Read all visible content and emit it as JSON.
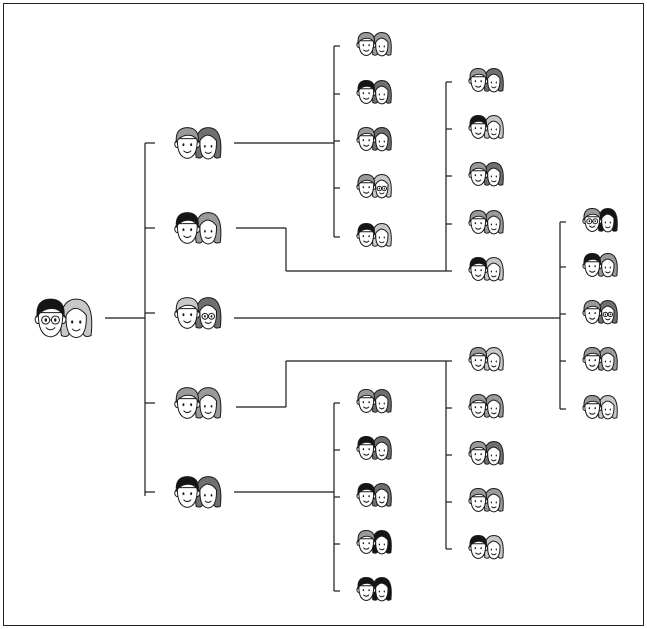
{
  "colors": {
    "background": "#ffffff",
    "frame": "#222222",
    "line": "#1a1a1a",
    "skin": "#ffffff",
    "hair_black": "#151515",
    "hair_dark_gray": "#6f6f6f",
    "hair_mid_gray": "#9a9a9a",
    "hair_light_gray": "#c8c8c8"
  },
  "tree": {
    "root": {
      "man_hair": "black",
      "woman_hair": "light",
      "man_glasses": true,
      "woman_glasses": false
    },
    "children": [
      {
        "couple": {
          "man_hair": "mid",
          "woman_hair": "dark"
        },
        "children": [
          {
            "man_hair": "mid",
            "woman_hair": "mid"
          },
          {
            "man_hair": "black",
            "woman_hair": "dark"
          },
          {
            "man_hair": "mid",
            "woman_hair": "dark"
          },
          {
            "man_hair": "mid",
            "woman_hair": "light",
            "woman_glasses": true
          },
          {
            "man_hair": "black",
            "woman_hair": "light"
          }
        ]
      },
      {
        "couple": {
          "man_hair": "black",
          "woman_hair": "mid"
        },
        "children": [
          {
            "man_hair": "mid",
            "woman_hair": "dark"
          },
          {
            "man_hair": "black",
            "woman_hair": "light"
          },
          {
            "man_hair": "mid",
            "woman_hair": "dark"
          },
          {
            "man_hair": "mid",
            "woman_hair": "mid"
          },
          {
            "man_hair": "black",
            "woman_hair": "light"
          }
        ]
      },
      {
        "couple": {
          "man_hair": "light",
          "woman_hair": "dark",
          "woman_glasses": true
        },
        "children": [
          {
            "man_hair": "mid",
            "woman_hair": "black",
            "man_glasses": true
          },
          {
            "man_hair": "black",
            "woman_hair": "mid"
          },
          {
            "man_hair": "mid",
            "woman_hair": "dark",
            "woman_glasses": true
          },
          {
            "man_hair": "mid",
            "woman_hair": "mid"
          },
          {
            "man_hair": "mid",
            "woman_hair": "light"
          }
        ]
      },
      {
        "couple": {
          "man_hair": "mid",
          "woman_hair": "mid"
        },
        "children": [
          {
            "man_hair": "mid",
            "woman_hair": "light"
          },
          {
            "man_hair": "mid",
            "woman_hair": "mid"
          },
          {
            "man_hair": "mid",
            "woman_hair": "dark"
          },
          {
            "man_hair": "mid",
            "woman_hair": "mid"
          },
          {
            "man_hair": "black",
            "woman_hair": "light"
          }
        ]
      },
      {
        "couple": {
          "man_hair": "black",
          "woman_hair": "dark"
        },
        "children": [
          {
            "man_hair": "mid",
            "woman_hair": "dark"
          },
          {
            "man_hair": "black",
            "woman_hair": "dark"
          },
          {
            "man_hair": "black",
            "woman_hair": "dark"
          },
          {
            "man_hair": "mid",
            "woman_hair": "black"
          },
          {
            "man_hair": "black",
            "woman_hair": "black"
          }
        ]
      }
    ]
  }
}
